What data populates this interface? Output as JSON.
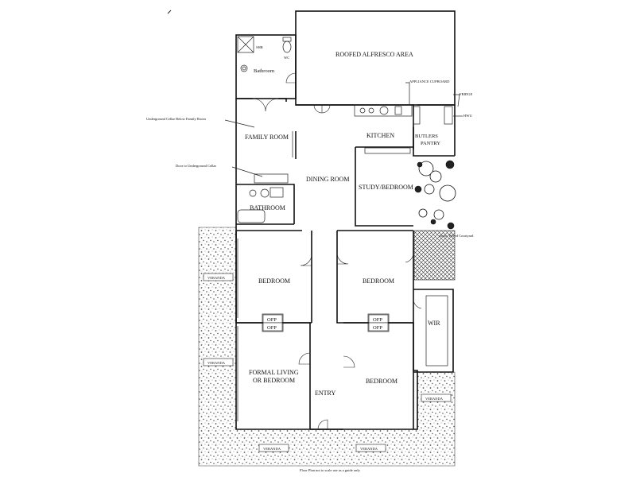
{
  "rooms": {
    "ensuite": "SHR",
    "wc": "WC",
    "bathroom_top": "Bathroom",
    "alfresco": "ROOFED ALFRESCO AREA",
    "appliance": "APPLIANCE CUPBOARD",
    "fridge": "FRIDGE",
    "hwu": "HWU",
    "family": "FAMILY ROOM",
    "kitchen": "KITCHEN",
    "butlers": "BUTLERS",
    "pantry": "PANTRY",
    "dining": "DINING ROOM",
    "study": "STUDY/BEDROOM",
    "bathroom": "BATHROOM",
    "courtyard": "Paved Courtyard",
    "bedroom1": "BEDROOM",
    "bedroom2": "BEDROOM",
    "wir": "WIR",
    "formal1": "FORMAL LIVING",
    "formal2": "OR BEDROOM",
    "entry": "ENTRY",
    "bedroom3": "BEDROOM"
  },
  "annotations": {
    "cellar_below": "Underground Cellar Below Family Room",
    "cellar_door": "Door to Underground Cellar"
  },
  "fireplaces": [
    "OFP",
    "OFP",
    "OFP",
    "OFP"
  ],
  "verandas": [
    "VERANDA",
    "VERANDA",
    "VERANDA",
    "VERANDA",
    "VERANDA"
  ],
  "footer": {
    "disclaimer": "Floor Plan not to scale use as a guide only"
  }
}
